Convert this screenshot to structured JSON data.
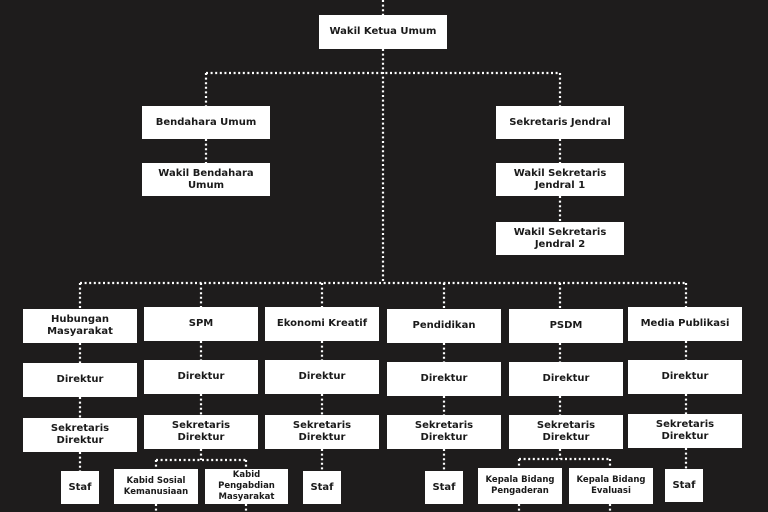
{
  "colors": {
    "background": "#1e1c1c",
    "node": "#ffffff",
    "connector": "#ffffff",
    "text": "#1a1a1a"
  },
  "nodes": {
    "wakil_ketua_umum": "Wakil Ketua Umum",
    "bendahara_umum": "Bendahara Umum",
    "wakil_bendahara_umum": "Wakil Bendahara\nUmum",
    "sekretaris_jendral": "Sekretaris Jendral",
    "wakil_sekjen_1": "Wakil Sekretaris\nJendral 1",
    "wakil_sekjen_2": "Wakil Sekretaris\nJendral 2"
  },
  "departments": [
    {
      "name": "Hubungan\nMasyarakat",
      "direktur": "Direktur",
      "sekretaris": "Sekretaris Direktur",
      "staf": "Staf"
    },
    {
      "name": "SPM",
      "direktur": "Direktur",
      "sekretaris": "Sekretaris Direktur",
      "kabid": [
        "Kabid Sosial\nKemanusiaan",
        "Kabid Pengabdian\nMasyarakat"
      ]
    },
    {
      "name": "Ekonomi Kreatif",
      "direktur": "Direktur",
      "sekretaris": "Sekretaris Direktur",
      "staf": "Staf"
    },
    {
      "name": "Pendidikan",
      "direktur": "Direktur",
      "sekretaris": "Sekretaris Direktur",
      "staf": "Staf"
    },
    {
      "name": "PSDM",
      "direktur": "Direktur",
      "sekretaris": "Sekretaris Direktur",
      "kabid": [
        "Kepala Bidang\nPengaderan",
        "Kepala Bidang\nEvaluasi"
      ]
    },
    {
      "name": "Media Publikasi",
      "direktur": "Direktur",
      "sekretaris": "Sekretaris Direktur",
      "staf": "Staf"
    }
  ]
}
